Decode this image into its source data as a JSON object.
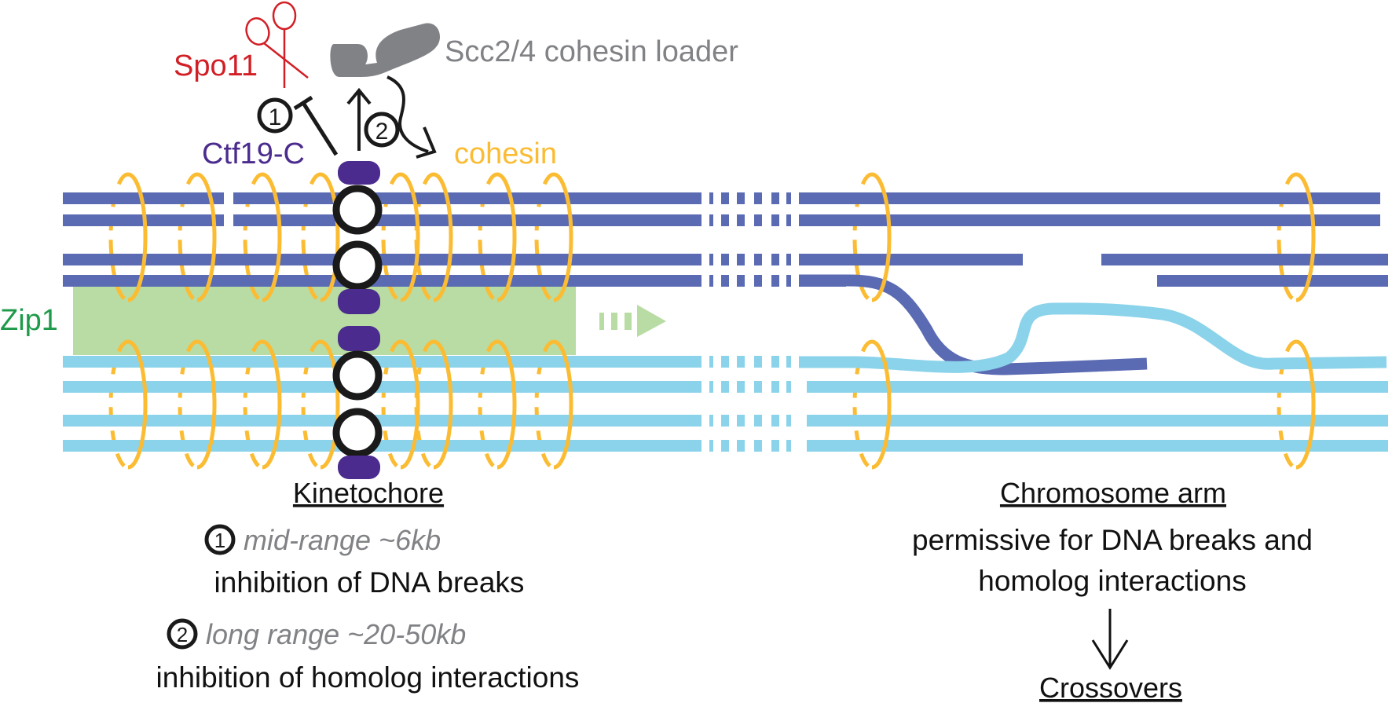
{
  "colors": {
    "homolog_a": "#5b6bb3",
    "homolog_b": "#8bd3ea",
    "cohesin": "#fbbc33",
    "zip1": "#b8dca4",
    "zip1_text": "#1e9a4a",
    "kinetochore": "#4b2c8e",
    "spo11": "#d21f26",
    "loader": "#808285",
    "text": "#111111",
    "note_gray": "#808285"
  },
  "labels": {
    "spo11": "Spo11",
    "loader": "Scc2/4 cohesin loader",
    "ctf19": "Ctf19-C",
    "cohesin": "cohesin",
    "zip1": "Zip1",
    "marker1": "1",
    "marker2": "2"
  },
  "kinetochore_panel": {
    "title": "Kinetochore",
    "item1": {
      "marker": "1",
      "range": "mid-range ~6kb",
      "effect": "inhibition of DNA breaks"
    },
    "item2": {
      "marker": "2",
      "range": "long range ~20-50kb",
      "effect": "inhibition of homolog interactions"
    }
  },
  "arm_panel": {
    "title": "Chromosome arm",
    "line1": "permissive for DNA breaks and",
    "line2": "homolog interactions",
    "outcome": "Crossovers"
  }
}
